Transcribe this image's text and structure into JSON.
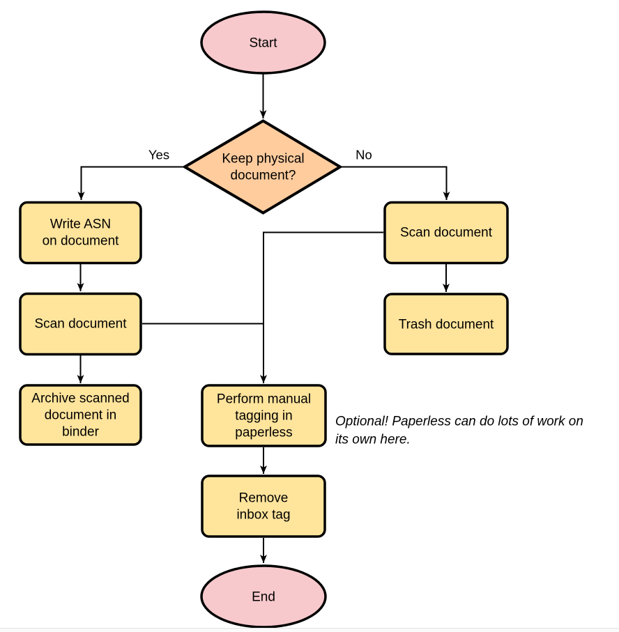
{
  "diagram": {
    "nodes": {
      "start": {
        "label": "Start"
      },
      "decision": {
        "line1": "Keep physical",
        "line2": "document?"
      },
      "write_asn": {
        "line1": "Write ASN",
        "line2": "on document"
      },
      "scan_document_left": {
        "label": "Scan document"
      },
      "archive": {
        "line1": "Archive scanned",
        "line2": "document in",
        "line3": "binder"
      },
      "scan_document_right": {
        "label": "Scan document"
      },
      "trash": {
        "label": "Trash document"
      },
      "manual_tagging": {
        "line1": "Perform manual",
        "line2": "tagging in",
        "line3": "paperless"
      },
      "remove_inbox_tag": {
        "line1": "Remove",
        "line2": "inbox tag"
      },
      "end": {
        "label": "End"
      }
    },
    "edge_labels": {
      "yes": "Yes",
      "no": "No"
    },
    "annotation": {
      "line1": "Optional! Paperless can do lots of work on",
      "line2": "its own here."
    },
    "colors": {
      "terminator_fill": "#f7c9cc",
      "decision_fill": "#ffcc9e",
      "process_fill": "#ffe49c",
      "stroke": "#000000"
    }
  }
}
